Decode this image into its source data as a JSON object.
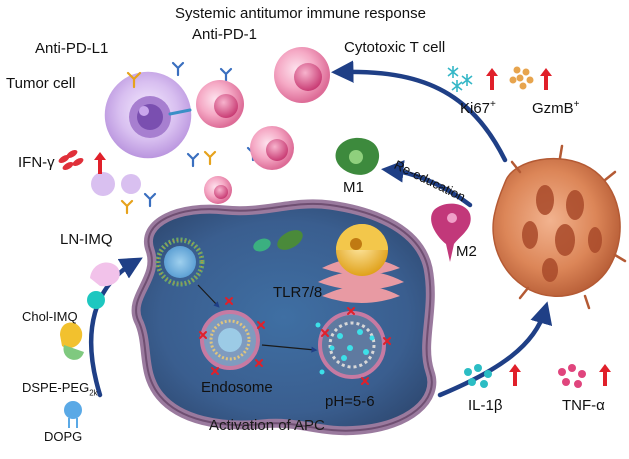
{
  "title": "Systemic antitumor immune response",
  "labels": {
    "anti_pd_l1": "Anti-PD-L1",
    "anti_pd_1": "Anti-PD-1",
    "tumor_cell": "Tumor cell",
    "cytotoxic_t_cell": "Cytotoxic T cell",
    "ifn_gamma": "IFN-γ",
    "ki67": "Ki67",
    "ki67_sup": "+",
    "gzmb": "GzmB",
    "gzmb_sup": "+",
    "re_education": "Re-education",
    "m1": "M1",
    "m2": "M2",
    "ln_imq": "LN-IMQ",
    "tlr": "TLR7/8",
    "chol_imq": "Chol-IMQ",
    "dspe_peg": "DSPE-PEG",
    "dspe_peg_sub": "2k",
    "dopg": "DOPG",
    "endosome": "Endosome",
    "ph": "pH=5-6",
    "activation": "Activation of APC",
    "il1b": "IL-1β",
    "tnfa": "TNF-α"
  },
  "icons": [
    "tumor-cell-icon",
    "t-cell-icon",
    "antibody-icon",
    "lymph-node-icon",
    "macrophage-icon",
    "liposome-icon",
    "endosome-icon",
    "mitochondrion-icon",
    "golgi-icon",
    "nucleus-icon",
    "up-arrow-icon",
    "cytokine-icon",
    "flow-arrow-icon"
  ],
  "colors": {
    "flow_arrow": "#1f3f86",
    "up_arrow": "#e0202a",
    "apc_cell": "#8a6b8e",
    "lymph_node": "#d8875a",
    "t_cell": "#e98fae",
    "tumor": "#c9a9e6",
    "m1": "#3d8a3d",
    "m2": "#c2387a",
    "cytokine_il1b": "#2bbdc4",
    "cytokine_tnfa": "#e0457d"
  }
}
